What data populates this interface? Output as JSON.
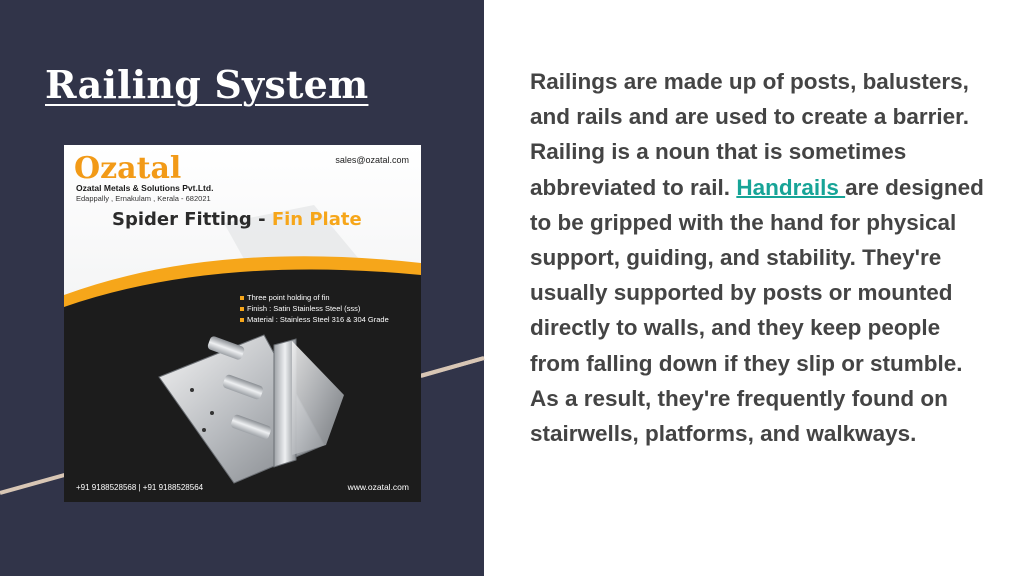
{
  "slide": {
    "title": "Railing System",
    "paragraph": {
      "part1": "Railings are made up of posts, balusters, and rails and are used to create a barrier. Railing is a noun that is sometimes abbreviated to rail.",
      "link_text": "Handrails ",
      "part2": "are designed to be gripped with the hand for physical support, guiding, and stability. They're usually supported by posts or mounted directly to walls, and they keep people from falling down if they slip or stumble. As a result, they're frequently found on stairwells, platforms, and walkways."
    },
    "colors": {
      "panel": "#313449",
      "accent_line": "#d8c6b5",
      "link": "#17a497",
      "text": "#444444"
    }
  },
  "ad": {
    "brand": "Ozatal",
    "company": "Ozatal Metals & Solutions Pvt.Ltd.",
    "address": "Edappally , Ernakulam , Kerala - 682021",
    "email": "sales@ozatal.com",
    "product_title": "Spider Fitting - ",
    "product_accent": "Fin Plate",
    "features": [
      "Three point holding of fin",
      "Finish : Satin Stainless Steel (sss)",
      "Material : Stainless Steel 316 & 304 Grade"
    ],
    "phones": "+91 9188528568  | +91 9188528564",
    "website": "www.ozatal.com",
    "colors": {
      "orange": "#f6a61a",
      "dark": "#1c1c1c"
    }
  }
}
